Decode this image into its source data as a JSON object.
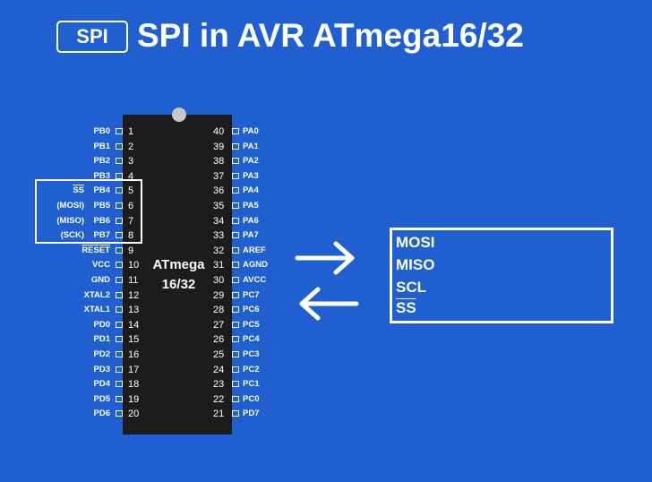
{
  "header": {
    "badge": "SPI",
    "title": "SPI in AVR ATmega16/32"
  },
  "chip": {
    "label_line1": "ATmega",
    "label_line2": "16/32"
  },
  "pins": {
    "left": [
      {
        "num": "1",
        "label": "PB0"
      },
      {
        "num": "2",
        "label": "PB1"
      },
      {
        "num": "3",
        "label": "PB2"
      },
      {
        "num": "4",
        "label": "PB3"
      },
      {
        "num": "5",
        "label": "PB4",
        "alt": "SS",
        "alt_overline": true
      },
      {
        "num": "6",
        "label": "PB5",
        "alt": "(MOSI)"
      },
      {
        "num": "7",
        "label": "PB6",
        "alt": "(MISO)"
      },
      {
        "num": "8",
        "label": "PB7",
        "alt": "(SCK)"
      },
      {
        "num": "9",
        "label": "RESET",
        "overline": true
      },
      {
        "num": "10",
        "label": "VCC"
      },
      {
        "num": "11",
        "label": "GND"
      },
      {
        "num": "12",
        "label": "XTAL2"
      },
      {
        "num": "13",
        "label": "XTAL1"
      },
      {
        "num": "14",
        "label": "PD0"
      },
      {
        "num": "15",
        "label": "PD1"
      },
      {
        "num": "16",
        "label": "PD2"
      },
      {
        "num": "17",
        "label": "PD3"
      },
      {
        "num": "18",
        "label": "PD4"
      },
      {
        "num": "19",
        "label": "PD5"
      },
      {
        "num": "20",
        "label": "PD6"
      }
    ],
    "right": [
      {
        "num": "40",
        "label": "PA0"
      },
      {
        "num": "39",
        "label": "PA1"
      },
      {
        "num": "38",
        "label": "PA2"
      },
      {
        "num": "37",
        "label": "PA3"
      },
      {
        "num": "36",
        "label": "PA4"
      },
      {
        "num": "35",
        "label": "PA5"
      },
      {
        "num": "34",
        "label": "PA6"
      },
      {
        "num": "33",
        "label": "PA7"
      },
      {
        "num": "32",
        "label": "AREF"
      },
      {
        "num": "31",
        "label": "AGND"
      },
      {
        "num": "30",
        "label": "AVCC"
      },
      {
        "num": "29",
        "label": "PC7"
      },
      {
        "num": "28",
        "label": "PC6"
      },
      {
        "num": "27",
        "label": "PC5"
      },
      {
        "num": "26",
        "label": "PC4"
      },
      {
        "num": "25",
        "label": "PC3"
      },
      {
        "num": "24",
        "label": "PC2"
      },
      {
        "num": "23",
        "label": "PC1"
      },
      {
        "num": "22",
        "label": "PC0"
      },
      {
        "num": "21",
        "label": "PD7"
      }
    ]
  },
  "signals": [
    {
      "label": "MOSI"
    },
    {
      "label": "MISO"
    },
    {
      "label": "SCL"
    },
    {
      "label": "SS",
      "overline": true
    }
  ],
  "colors": {
    "background": "#1f5fcf",
    "chip": "#1c1c1c",
    "foreground": "#ffffff"
  }
}
